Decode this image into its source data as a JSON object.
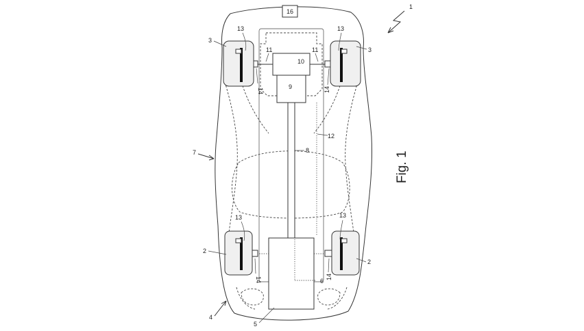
{
  "figure": {
    "caption": "Fig. 1"
  },
  "labels": {
    "box16": "16",
    "l1": "1",
    "l2_left": "2",
    "l2_right": "2",
    "l3_left": "3",
    "l3_right": "3",
    "l4": "4",
    "l5": "5",
    "l6": "6",
    "l7": "7",
    "l8": "8",
    "l9": "9",
    "l10": "10",
    "l11_left": "11",
    "l11_right": "11",
    "l12": "12",
    "l13_fl": "13",
    "l13_fr": "13",
    "l13_rl": "13",
    "l13_rr": "13",
    "l14_fl": "14",
    "l14_fr": "14",
    "l14_rl": "14",
    "l14_rr": "14"
  }
}
